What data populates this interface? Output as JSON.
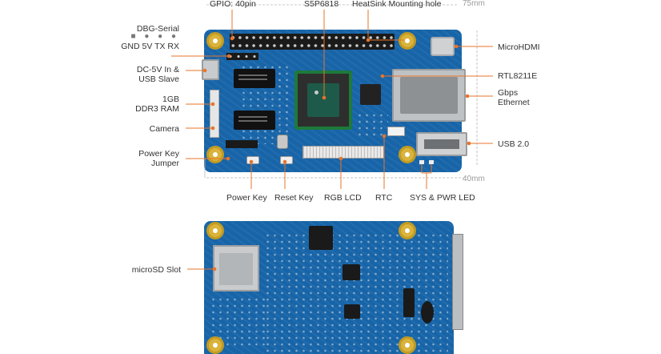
{
  "labels": {
    "gpio": "GPIO: 40pin",
    "soc": "S5P6818",
    "heatsink": "HeatSink Mounting hole",
    "dim_width": "75mm",
    "dbg_serial": "DBG-Serial",
    "dbg_pins": "GND 5V TX RX",
    "dc_in_line1": "DC-5V In &",
    "dc_in_line2": "USB Slave",
    "ram_line1": "1GB",
    "ram_line2": "DDR3 RAM",
    "camera": "Camera",
    "power_jumper_line1": "Power Key",
    "power_jumper_line2": "Jumper",
    "micro_hdmi": "MicroHDMI",
    "phy": "RTL8211E",
    "eth_line1": "Gbps",
    "eth_line2": "Ethernet",
    "usb": "USB 2.0",
    "dim_height": "40mm",
    "power_key": "Power Key",
    "reset_key": "Reset Key",
    "rgb_lcd": "RGB LCD",
    "rtc": "RTC",
    "leds": "SYS & PWR LED",
    "microsd": "microSD Slot"
  },
  "colors": {
    "pcb": "#1764a8",
    "callout_line": "#e8742a",
    "dimension_line": "#b5b5b5",
    "mounting_hole": "#d9b33b"
  }
}
